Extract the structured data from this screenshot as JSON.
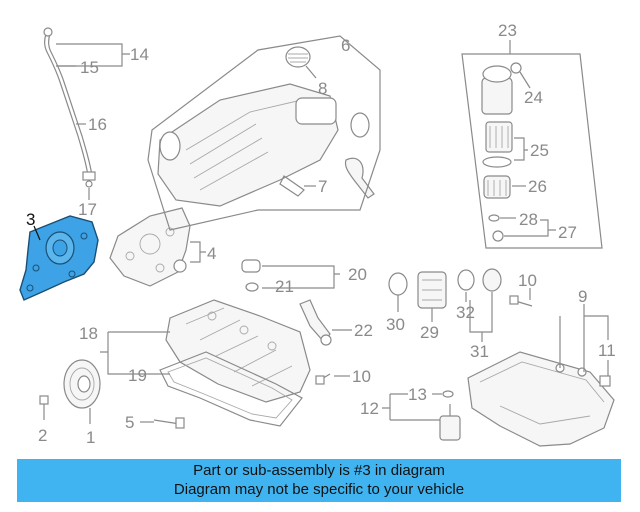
{
  "colors": {
    "highlight": "#3fb4f0",
    "highlight_part": "#3ea3e6",
    "line": "#8a8a8a"
  },
  "diagram": {
    "callouts": {
      "c1": "1",
      "c2": "2",
      "c3": "3",
      "c4": "4",
      "c5": "5",
      "c6": "6",
      "c7": "7",
      "c8": "8",
      "c9": "9",
      "c10a": "10",
      "c10b": "10",
      "c11": "11",
      "c12": "12",
      "c13": "13",
      "c14": "14",
      "c15": "15",
      "c16": "16",
      "c17": "17",
      "c18": "18",
      "c19": "19",
      "c20": "20",
      "c21": "21",
      "c22": "22",
      "c23": "23",
      "c24": "24",
      "c25": "25",
      "c26": "26",
      "c27": "27",
      "c28": "28",
      "c29": "29",
      "c30": "30",
      "c31": "31",
      "c32": "32"
    },
    "selected_part": "3"
  },
  "caption": {
    "line1": "Part or sub-assembly is #3 in diagram",
    "line2": "Diagram may not be specific to your vehicle"
  }
}
